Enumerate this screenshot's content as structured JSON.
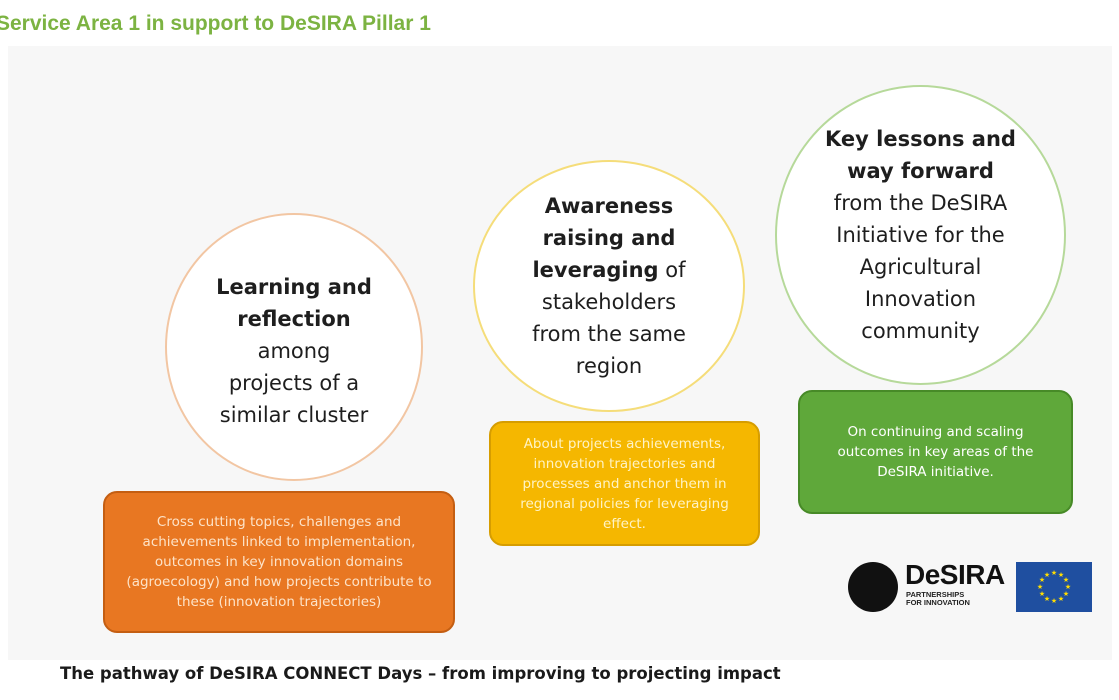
{
  "heading": "Service Area 1 in support to DeSIRA Pillar 1",
  "circles": [
    {
      "lines": [
        {
          "text": "Learning and",
          "bold": true
        },
        {
          "text": "reflection",
          "bold": true
        },
        {
          "text": "among",
          "bold": false
        },
        {
          "text": "projects of a",
          "bold": false
        },
        {
          "text": "similar cluster",
          "bold": false
        }
      ]
    },
    {
      "lines": [
        {
          "text": "Awareness",
          "bold": true
        },
        {
          "text": "raising and",
          "bold": true
        },
        {
          "text": "leveraging",
          "bold": true,
          "rest": " of"
        },
        {
          "text": "stakeholders",
          "bold": false
        },
        {
          "text": "from the same",
          "bold": false
        },
        {
          "text": "region",
          "bold": false
        }
      ]
    },
    {
      "lines": [
        {
          "text": "Key lessons and",
          "bold": true
        },
        {
          "text": "way forward",
          "bold": true
        },
        {
          "text": "from the DeSIRA",
          "bold": false
        },
        {
          "text": "Initiative for the",
          "bold": false
        },
        {
          "text": "Agricultural",
          "bold": false
        },
        {
          "text": "Innovation",
          "bold": false
        },
        {
          "text": "community",
          "bold": false
        }
      ]
    }
  ],
  "boxes": [
    {
      "text": "Cross cutting topics, challenges and achievements linked to implementation, outcomes in key innovation domains (agroecology) and how projects contribute to these (innovation trajectories)",
      "color": "#e87722"
    },
    {
      "text": "About projects achievements, innovation trajectories and processes and anchor them in regional policies for leveraging effect.",
      "color": "#f5b700"
    },
    {
      "text": "On continuing and scaling outcomes in key areas of the DeSIRA initiative.",
      "color": "#5fa83a"
    }
  ],
  "logo": {
    "name": "DeSIRA",
    "tagline_1": "PARTNERSHIPS",
    "tagline_2": "FOR INNOVATION",
    "icon": "eu-flag-icon"
  },
  "caption": "The pathway of DeSIRA CONNECT Days – from improving to projecting impact"
}
